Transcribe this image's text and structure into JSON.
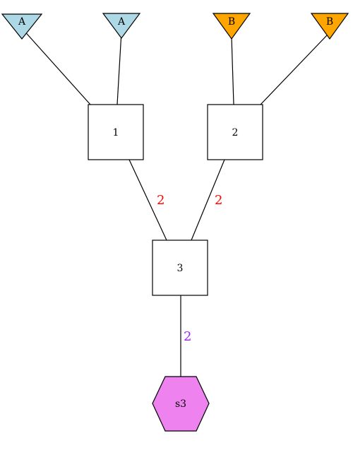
{
  "diagram": {
    "nodes": {
      "a1": {
        "label": "A",
        "shape": "triangle-down",
        "color": "#add8e6"
      },
      "a2": {
        "label": "A",
        "shape": "triangle-down",
        "color": "#add8e6"
      },
      "b1": {
        "label": "B",
        "shape": "triangle-down",
        "color": "#ffa500"
      },
      "b2": {
        "label": "B",
        "shape": "triangle-down",
        "color": "#ffa500"
      },
      "n1": {
        "label": "1",
        "shape": "square",
        "color": "#ffffff"
      },
      "n2": {
        "label": "2",
        "shape": "square",
        "color": "#ffffff"
      },
      "n3": {
        "label": "3",
        "shape": "square",
        "color": "#ffffff"
      },
      "s3": {
        "label": "s3",
        "shape": "hexagon",
        "color": "#ee82ee"
      }
    },
    "edges": {
      "a1_n1": {
        "from": "A",
        "to": "1"
      },
      "a2_n1": {
        "from": "A",
        "to": "1"
      },
      "b1_n2": {
        "from": "B",
        "to": "2"
      },
      "b2_n2": {
        "from": "B",
        "to": "2"
      },
      "n1_n3": {
        "from": "1",
        "to": "3",
        "label": "2",
        "label_color": "#ff0000"
      },
      "n2_n3": {
        "from": "2",
        "to": "3",
        "label": "2",
        "label_color": "#ff0000"
      },
      "n3_s3": {
        "from": "3",
        "to": "s3",
        "label": "2",
        "label_color": "#a020f0"
      }
    },
    "line_color": "#000000"
  }
}
